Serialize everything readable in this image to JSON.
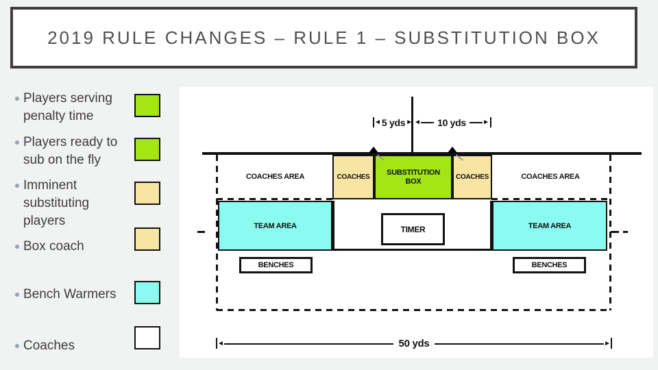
{
  "slide": {
    "title": "2019 RULE CHANGES – RULE 1 – SUBSTITUTION BOX"
  },
  "colors": {
    "green": "#A3E614",
    "tan": "#F9E5A3",
    "cyan": "#8BFBF1",
    "white": "#FFFFFF"
  },
  "legend": {
    "items": [
      {
        "label": "Players serving penalty time",
        "color": "#A3E614"
      },
      {
        "label": "Players ready to sub on the fly",
        "color": "#A3E614"
      },
      {
        "label": "Imminent substituting players",
        "color": "#F9E5A3"
      },
      {
        "label": "Box coach",
        "color": "#F9E5A3"
      },
      {
        "label": "Bench Warmers",
        "color": "#8BFBF1"
      },
      {
        "label": "Coaches",
        "color": "#FFFFFF"
      }
    ]
  },
  "diagram": {
    "dim_5yds": "5 yds",
    "dim_10yds": "10 yds",
    "dim_50yds": "50 yds",
    "coaches_area": "COACHES AREA",
    "coaches": "COACHES",
    "substitution_box_line1": "SUBSTITUTION",
    "substitution_box_line2": "BOX",
    "team_area": "TEAM AREA",
    "timer": "TIMER",
    "benches": "BENCHES"
  },
  "icons": {
    "left_arrow": "◄",
    "right_arrow": "►"
  }
}
